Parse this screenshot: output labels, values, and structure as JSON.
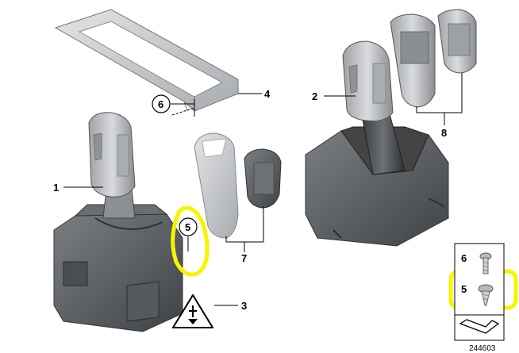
{
  "callouts": {
    "c1": "1",
    "c2": "2",
    "c3": "3",
    "c4": "4",
    "c5_main": "5",
    "c6_main": "6",
    "c7": "7",
    "c8": "8"
  },
  "legend": {
    "item_6": "6",
    "item_5": "5"
  },
  "catalog_number": "244603",
  "colors": {
    "highlight": "#f5f500",
    "part_dark": "#5a5d61",
    "part_mid": "#8a8d91",
    "part_light": "#c9cbce",
    "line": "#000000"
  }
}
